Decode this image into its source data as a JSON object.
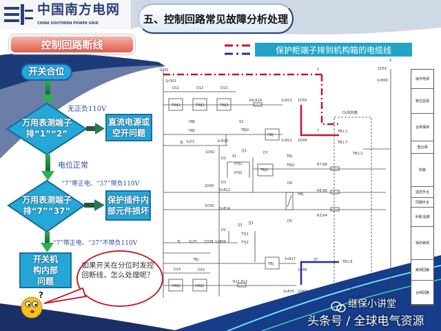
{
  "header": {
    "logo_cn": "中国南方电网",
    "logo_en": "CHINA SOUTHERN POWER GRID",
    "title": "五、控制回路常见故障分析处理"
  },
  "section_label": "控制回路断线",
  "legend": {
    "label": "保护柜端子排到机构箱的电缆线",
    "red_color": "#c8102e",
    "blue_color": "#1a2fa0"
  },
  "flowchart": {
    "start": "开关合位",
    "decision1": "万用表测端子排“1”“2”",
    "result1": "直流电源或空开问题",
    "edge1_label": "无正负110V",
    "edge_down1": "电位正常",
    "edge2_pre": "“7”带正电、“37”带负110V",
    "decision2": "万用表测端子排“7”“37”",
    "result2": "保护插件内部元件损坏",
    "edge_down2": "“7”带正电、“37”不带负110V",
    "result3": "开关机构内部问题",
    "question": "如果开关在分位时发控回断线，怎么处理呢？"
  },
  "circuit": {
    "labels": [
      "1D30",
      "1n301",
      "D11",
      "D12",
      "D13",
      "TWJ1",
      "TWJ2",
      "TWJ3",
      "R9,R10",
      "1n813",
      "1D50",
      "1n811",
      "1D49",
      "HBJ",
      "HBJ",
      "S2",
      "TBJV",
      "HBJ",
      "SJ",
      "1LP2",
      "1D42",
      "1n818",
      "D2",
      "注1",
      "S1",
      "HYJ1",
      "HYJ2",
      "D3",
      "D7",
      "TBJV",
      "TBJ",
      "TBJV",
      "R7,R8",
      "1D40",
      "1n812",
      "D6",
      "HKJ",
      "R5,R6",
      "1D35",
      "1n814",
      "D5",
      "R3,R4",
      "D1",
      "S3",
      "注1",
      "TYJ1",
      "TYJ2",
      "TJ",
      "1LP1",
      "1D38",
      "1n808",
      "TBJ",
      "TBJ",
      "1n817",
      "37",
      "1D48",
      "TB1:8",
      "D14",
      "D15",
      "HWJ1",
      "HWJ2",
      "R11,R12",
      "1n815",
      "1D47",
      "1",
      "2",
      "1D55",
      "1n809",
      "DL机构箱",
      "TB1:1",
      "7",
      "TB1:7",
      "TB1:2"
    ]
  },
  "side_panel": [
    "操作电源",
    "跳位监视",
    "合闸保持",
    "重合闸",
    "防跳",
    "遥控手合",
    "同期手合",
    "手跳/遥跳",
    "保护跳闸",
    "跳闸回路",
    "合闸回路"
  ],
  "watermark": {
    "platform": "头条号 / 全球电气资源",
    "account": "继保小讲堂"
  }
}
